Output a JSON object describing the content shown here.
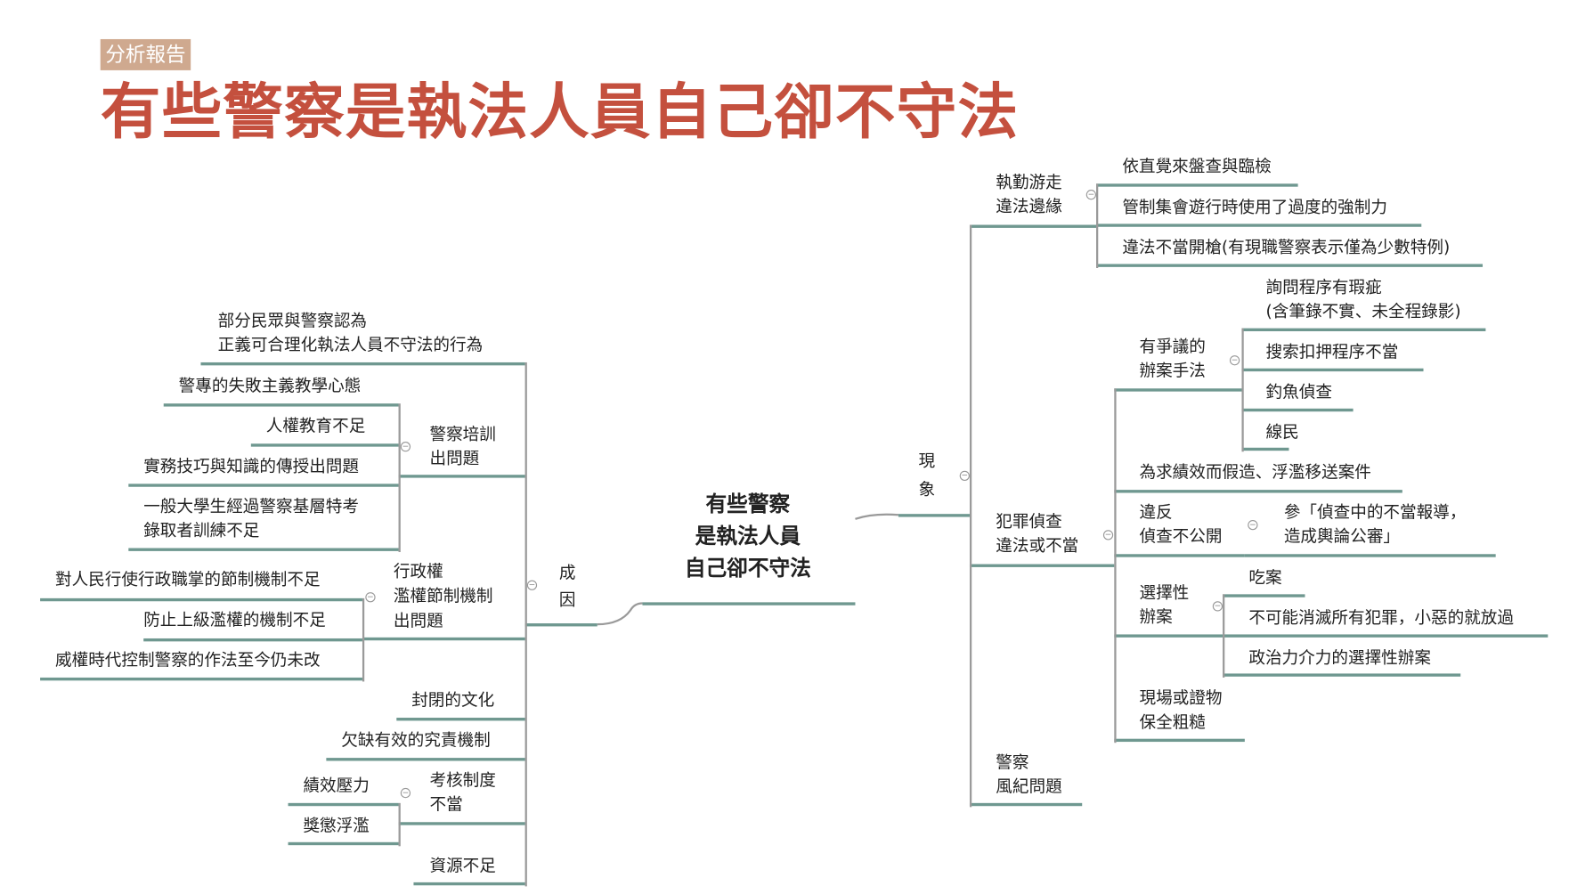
{
  "header": {
    "badge": "分析報告",
    "title": "有些警察是執法人員自己卻不守法"
  },
  "root": {
    "label": "有些警察\n是執法人員\n自己卻不守法"
  },
  "causes": {
    "label": "成\n因",
    "items": [
      {
        "label": "部分民眾與警察認為\n正義可合理化執法人員不守法的行為"
      },
      {
        "label": "警察培訓\n出問題",
        "children": [
          {
            "label": "警專的失敗主義教學心態"
          },
          {
            "label": "人權教育不足"
          },
          {
            "label": "實務技巧與知識的傳授出問題"
          },
          {
            "label": "一般大學生經過警察基層特考\n錄取者訓練不足"
          }
        ]
      },
      {
        "label": "行政權\n濫權節制機制\n出問題",
        "children": [
          {
            "label": "對人民行使行政職掌的節制機制不足"
          },
          {
            "label": "防止上級濫權的機制不足"
          },
          {
            "label": "威權時代控制警察的作法至今仍未改"
          }
        ]
      },
      {
        "label": "封閉的文化"
      },
      {
        "label": "欠缺有效的究責機制"
      },
      {
        "label": "考核制度\n不當",
        "children": [
          {
            "label": "績效壓力"
          },
          {
            "label": "獎懲浮濫"
          }
        ]
      },
      {
        "label": "資源不足"
      }
    ]
  },
  "phenomena": {
    "label": "現\n象",
    "items": [
      {
        "label": "執勤游走\n違法邊緣",
        "children": [
          {
            "label": "依直覺來盤查與臨檢"
          },
          {
            "label": "管制集會遊行時使用了過度的強制力"
          },
          {
            "label": "違法不當開槍(有現職警察表示僅為少數特例)"
          }
        ]
      },
      {
        "label": "犯罪偵查\n違法或不當",
        "children": [
          {
            "label": "有爭議的\n辦案手法",
            "children": [
              {
                "label": "詢問程序有瑕疵\n(含筆錄不實、未全程錄影)"
              },
              {
                "label": "搜索扣押程序不當"
              },
              {
                "label": "釣魚偵查"
              },
              {
                "label": "線民"
              }
            ]
          },
          {
            "label": "為求績效而假造、浮濫移送案件"
          },
          {
            "label": "違反\n偵查不公開",
            "children": [
              {
                "label": "參「偵查中的不當報導，\n造成輿論公審」"
              }
            ]
          },
          {
            "label": "選擇性\n辦案",
            "children": [
              {
                "label": "吃案"
              },
              {
                "label": "不可能消滅所有犯罪，小惡的就放過"
              },
              {
                "label": "政治力介力的選擇性辦案"
              }
            ]
          },
          {
            "label": "現場或證物\n保全粗糙"
          }
        ]
      },
      {
        "label": "警察\n風紀問題"
      }
    ]
  },
  "colors": {
    "title": "#c4503e",
    "badge": "#cfa98f",
    "underline": "#6f9890",
    "connector": "#9a9a9a"
  }
}
